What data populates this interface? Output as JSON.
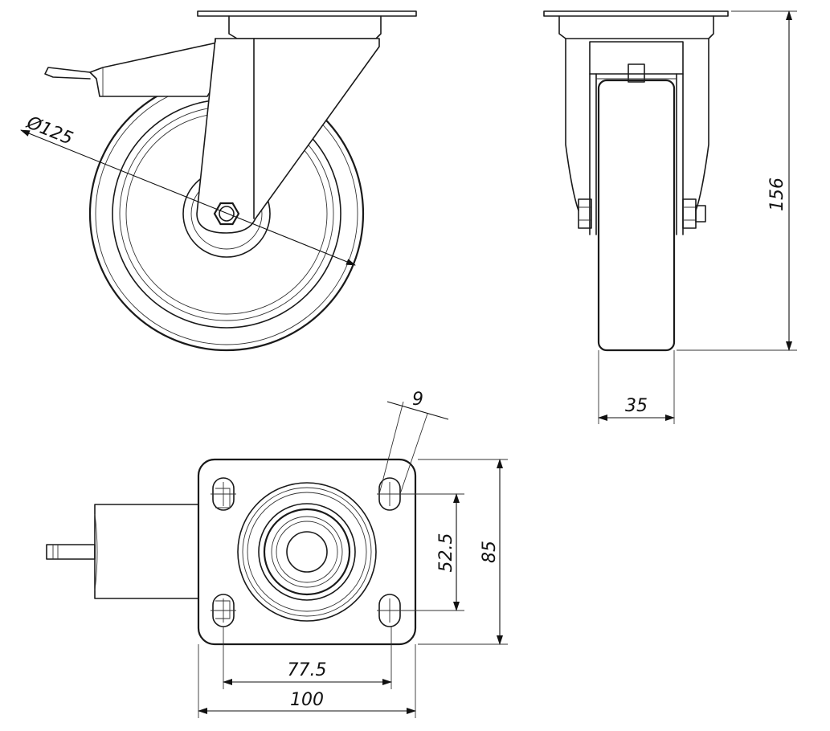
{
  "dimensions": {
    "wheel_diameter": "Ø125",
    "overall_height": "156",
    "wheel_width": "35",
    "slot_width": "9",
    "hole_spacing_vertical": "52.5",
    "plate_height": "85",
    "hole_spacing_horizontal": "77.5",
    "plate_width": "100"
  }
}
